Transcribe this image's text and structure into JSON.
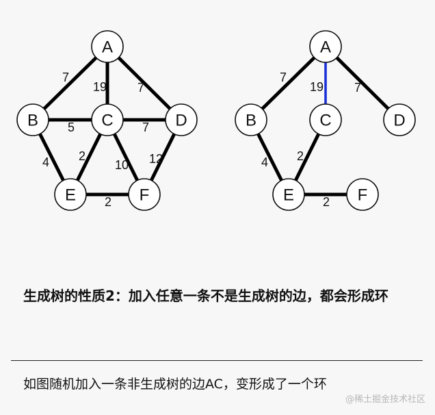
{
  "diagram": {
    "graphs": [
      {
        "id": "original-graph",
        "nodes": [
          {
            "id": "A",
            "label": "A"
          },
          {
            "id": "B",
            "label": "B"
          },
          {
            "id": "C",
            "label": "C"
          },
          {
            "id": "D",
            "label": "D"
          },
          {
            "id": "E",
            "label": "E"
          },
          {
            "id": "F",
            "label": "F"
          }
        ],
        "edges": [
          {
            "from": "A",
            "to": "B",
            "weight": "7"
          },
          {
            "from": "A",
            "to": "C",
            "weight": "19"
          },
          {
            "from": "A",
            "to": "D",
            "weight": "7"
          },
          {
            "from": "B",
            "to": "C",
            "weight": "5"
          },
          {
            "from": "C",
            "to": "D",
            "weight": "7"
          },
          {
            "from": "B",
            "to": "E",
            "weight": "4"
          },
          {
            "from": "C",
            "to": "E",
            "weight": "2"
          },
          {
            "from": "C",
            "to": "F",
            "weight": "10"
          },
          {
            "from": "D",
            "to": "F",
            "weight": "12"
          },
          {
            "from": "E",
            "to": "F",
            "weight": "2"
          }
        ]
      },
      {
        "id": "spanning-tree-with-added-edge",
        "nodes": [
          {
            "id": "A",
            "label": "A"
          },
          {
            "id": "B",
            "label": "B"
          },
          {
            "id": "C",
            "label": "C"
          },
          {
            "id": "D",
            "label": "D"
          },
          {
            "id": "E",
            "label": "E"
          },
          {
            "id": "F",
            "label": "F"
          }
        ],
        "edges": [
          {
            "from": "A",
            "to": "B",
            "weight": "7"
          },
          {
            "from": "A",
            "to": "C",
            "weight": "19",
            "highlight": true
          },
          {
            "from": "A",
            "to": "D",
            "weight": "7"
          },
          {
            "from": "B",
            "to": "E",
            "weight": "4"
          },
          {
            "from": "C",
            "to": "E",
            "weight": "2"
          },
          {
            "from": "E",
            "to": "F",
            "weight": "2"
          }
        ]
      }
    ],
    "edge_color": "#000000",
    "highlight_color": "#1a2fd6"
  },
  "text": {
    "heading": "生成树的性质2：加入任意一条不是生成树的边，都会形成环",
    "caption": "如图随机加入一条非生成树的边AC，变形成了一个环",
    "watermark": "@稀土掘金技术社区"
  }
}
